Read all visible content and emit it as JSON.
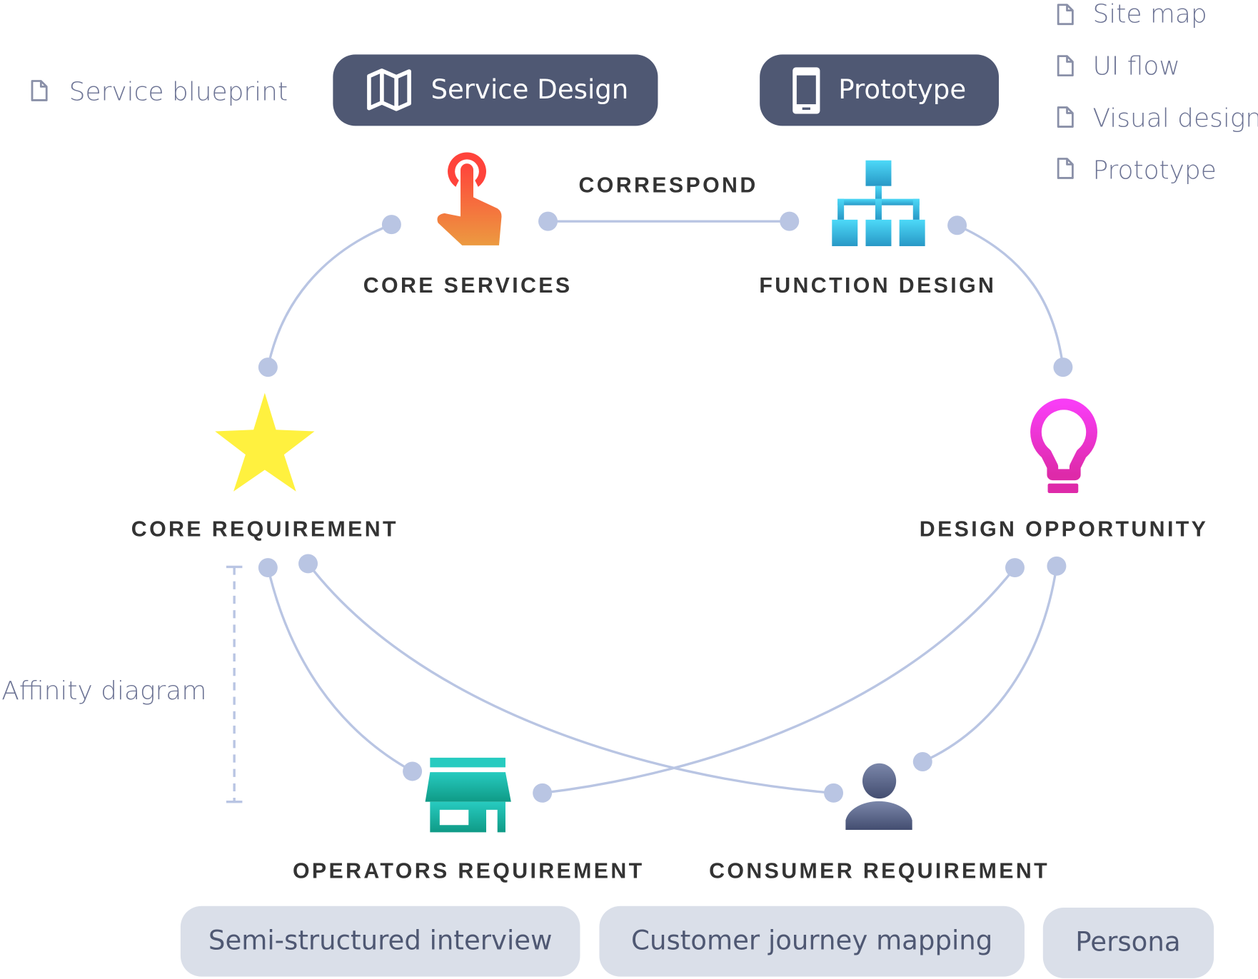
{
  "left_note": "Service blueprint",
  "headers": [
    {
      "label": "Service Design",
      "icon": "map-icon"
    },
    {
      "label": "Prototype",
      "icon": "phone-icon"
    }
  ],
  "right_notes": [
    "Site map",
    "UI flow",
    "Visual design",
    "Prototype"
  ],
  "link_label": "CORRESPOND",
  "nodes": {
    "core_services": "CORE SERVICES",
    "function_design": "FUNCTION DESIGN",
    "core_requirement": "CORE REQUIREMENT",
    "design_opportunity": "DESIGN OPPORTUNITY",
    "operators_requirement": "OPERATORS REQUIREMENT",
    "consumer_requirement": "CONSUMER REQUIREMENT"
  },
  "side_note": "Affinity diagram",
  "methods": [
    "Semi-structured interview",
    "Customer journey mapping",
    "Persona"
  ],
  "colors": {
    "header_fill": "#4f5873",
    "chip_fill": "#dadfe9",
    "connector": "#b9c5e3"
  }
}
